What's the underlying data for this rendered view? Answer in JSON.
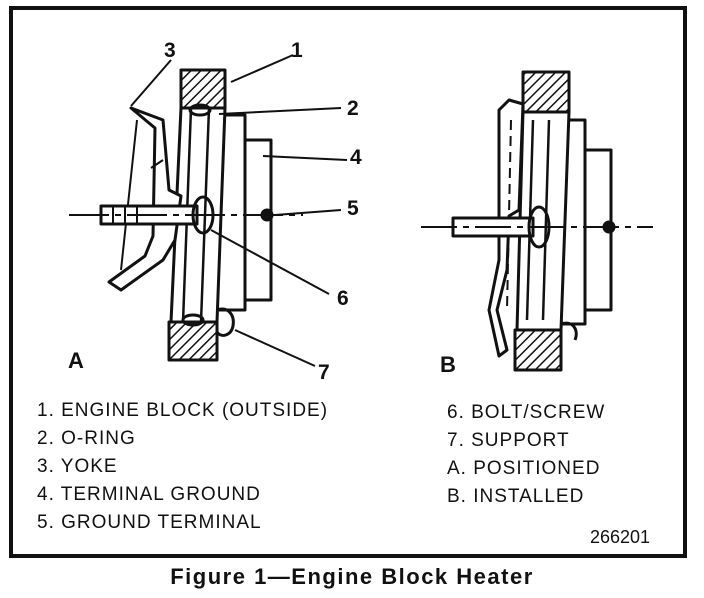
{
  "callouts": {
    "c1": "1",
    "c2": "2",
    "c3": "3",
    "c4": "4",
    "c5": "5",
    "c6": "6",
    "c7": "7"
  },
  "views": {
    "a": "A",
    "b": "B"
  },
  "legend_left": [
    "1.  ENGINE BLOCK (OUTSIDE)",
    "2.  O-RING",
    "3.  YOKE",
    "4.  TERMINAL GROUND",
    "5.  GROUND TERMINAL"
  ],
  "legend_right": [
    "6.  BOLT/SCREW",
    "7.  SUPPORT",
    "A.  POSITIONED",
    "B.  INSTALLED"
  ],
  "figure_number": "266201",
  "caption": "Figure 1—Engine Block Heater"
}
